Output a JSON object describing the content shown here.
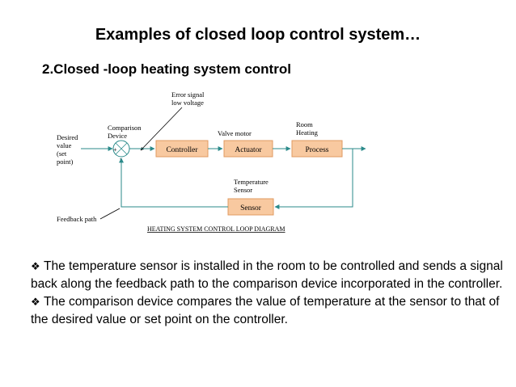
{
  "slide": {
    "title": "Examples of closed loop control system…",
    "subtitle": "2.Closed -loop heating system control"
  },
  "diagram": {
    "error_signal_label": [
      "Error signal",
      "low voltage"
    ],
    "desired_value_label": [
      "Desired",
      "value",
      "(set",
      "point)"
    ],
    "comparison_label": [
      "Comparison",
      "Device"
    ],
    "plus_sign": "+",
    "minus_sign": "-",
    "valve_motor_label": "Valve motor",
    "room_heating_label": [
      "Room",
      "Heating"
    ],
    "controller_block": "Controller",
    "actuator_block": "Actuator",
    "process_block": "Process",
    "temp_sensor_label": [
      "Temperature",
      "Sensor"
    ],
    "sensor_block": "Sensor",
    "feedback_path_label": "Feedback path",
    "caption": "HEATING SYSTEM CONTROL LOOP DIAGRAM",
    "block_fill": "#f8c9a0",
    "block_stroke": "#e09a60",
    "line_color": "#2a8a8a"
  },
  "bullets": [
    "The temperature sensor is installed in the room to be controlled and sends a signal back along the feedback path to the comparison device incorporated in the controller.",
    "The comparison device compares the value of temperature at the sensor to that of the desired value or set point on the controller."
  ],
  "bullet_icon": "diamond-dots-icon"
}
